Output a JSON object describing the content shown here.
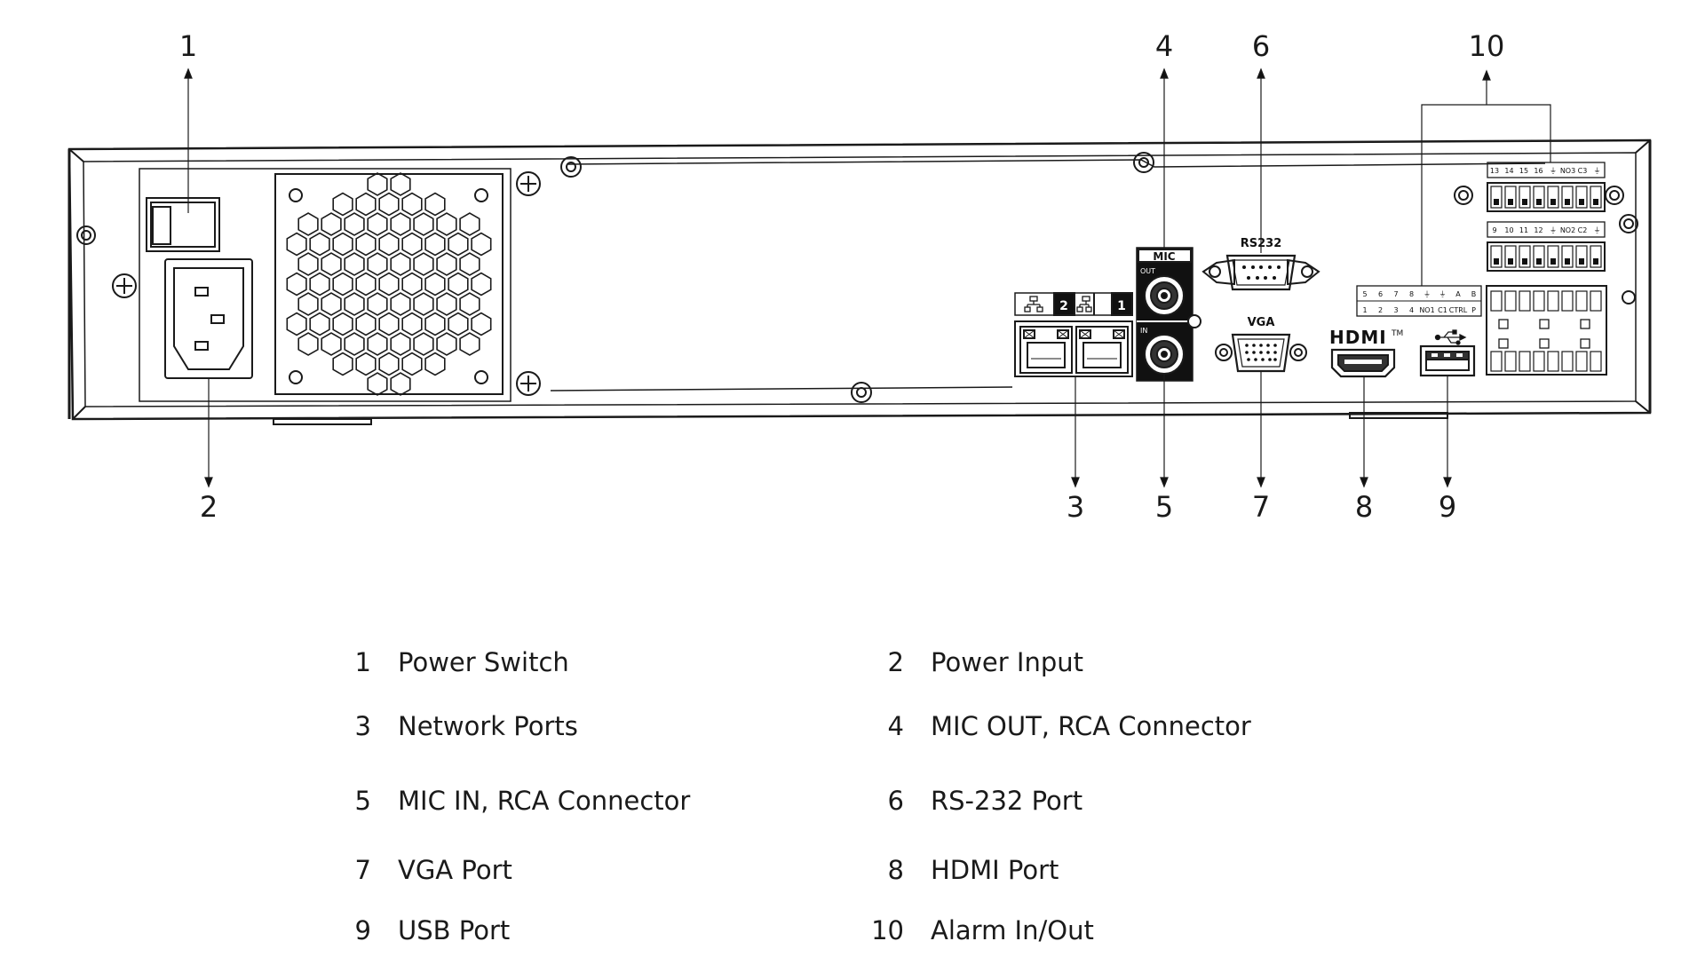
{
  "callouts": [
    {
      "num": "1",
      "label": "Power Switch"
    },
    {
      "num": "2",
      "label": "Power Input"
    },
    {
      "num": "3",
      "label": "Network Ports"
    },
    {
      "num": "4",
      "label": "MIC OUT, RCA Connector"
    },
    {
      "num": "5",
      "label": "MIC IN, RCA Connector"
    },
    {
      "num": "6",
      "label": "RS-232 Port"
    },
    {
      "num": "7",
      "label": "VGA Port"
    },
    {
      "num": "8",
      "label": "HDMI Port"
    },
    {
      "num": "9",
      "label": "USB Port"
    },
    {
      "num": "10",
      "label": "Alarm In/Out"
    }
  ],
  "panel_labels": {
    "mic": "MIC",
    "out": "OUT",
    "in": "IN",
    "rs232": "RS232",
    "vga": "VGA",
    "hdmi": "HDMI",
    "tm": "TM",
    "lan1": "1",
    "lan2": "2",
    "alarm_top_row": [
      "13",
      "14",
      "15",
      "16",
      "⏚",
      "NO3",
      "C3",
      "⏚"
    ],
    "alarm_mid_row": [
      "9",
      "10",
      "11",
      "12",
      "⏚",
      "NO2",
      "C2",
      "⏚"
    ],
    "alarm_left_top": [
      "5",
      "6",
      "7",
      "8",
      "⏚",
      "⏚",
      "A",
      "B"
    ],
    "alarm_left_bottom": [
      "1",
      "2",
      "3",
      "4",
      "NO1",
      "C1",
      "CTRL",
      "P"
    ]
  },
  "colors": {
    "line": "#1a1a1a",
    "panel_fill": "#ffffff",
    "dark": "#111111",
    "gray": "#9a9a9a"
  }
}
